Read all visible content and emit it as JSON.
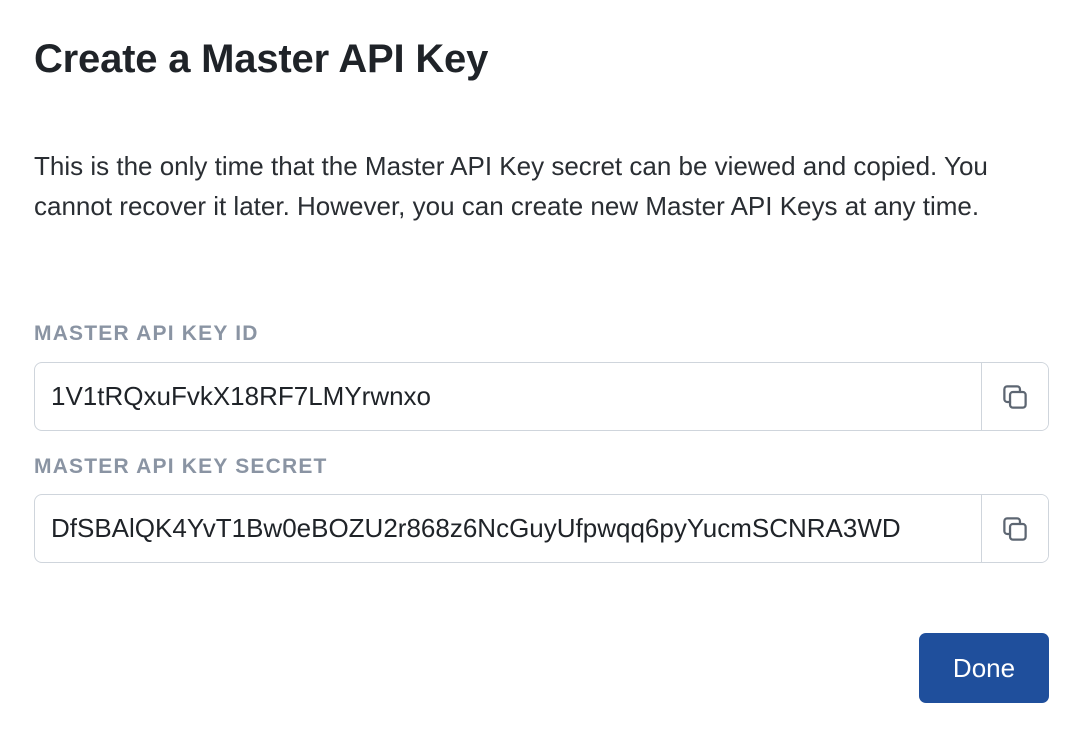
{
  "dialog": {
    "title": "Create a Master API Key",
    "description": "This is the only time that the Master API Key secret can be viewed and copied. You cannot recover it later. However, you can create new Master API Keys at any time.",
    "key_id": {
      "label": "MASTER API KEY ID",
      "value": "1V1tRQxuFvkX18RF7LMYrwnxo",
      "copy_icon": "copy-icon"
    },
    "key_secret": {
      "label": "MASTER API KEY SECRET",
      "value": "DfSBAlQK4YvT1Bw0eBOZU2r868z6NcGuyUfpwqq6pyYucmSCNRA3WD",
      "copy_icon": "copy-icon"
    },
    "done_label": "Done"
  },
  "colors": {
    "primary_button": "#1f4f9c",
    "label_text": "#8a94a3",
    "border": "#cfd5dc"
  }
}
